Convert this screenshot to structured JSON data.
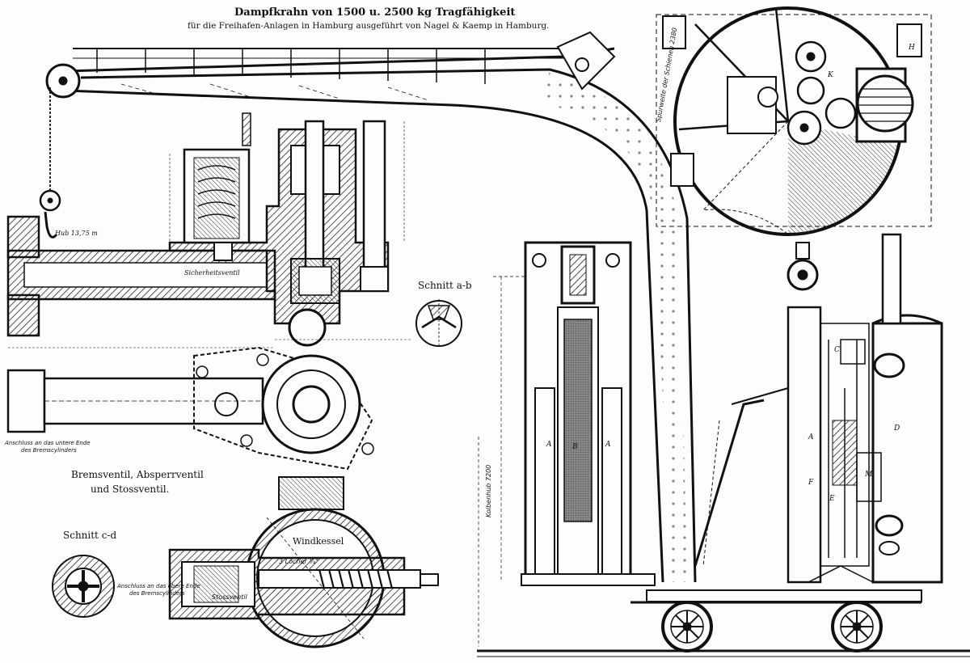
{
  "drawing": {
    "title": "Dampfkrahn von 1500 u. 2500 kg Tragfähigkeit",
    "subtitle": "für die Freihafen-Anlagen in Hamburg ausgeführt von Nagel & Kaemp in Hamburg."
  },
  "labels": {
    "bremsventil_title_line1": "Bremsventil, Absperrventil",
    "bremsventil_title_line2": "und Stossventil.",
    "schnitt_ab": "Schnitt a-b",
    "schnitt_cd": "Schnitt c-d",
    "windkessel": "Windkessel",
    "hub": "Hub 13,75 m",
    "sicherheitsventil": "Sicherheitsventil",
    "anschluss_unten_1": "Anschluss an das untere Ende",
    "anschluss_unten_2": "des Bremscylinders",
    "anschluss_oben_1": "Anschluss an das obere Ende",
    "anschluss_oben_2": "des Bremscylinders",
    "stossventil": "Stossventil",
    "loecher": "3 Löcher ¾\"",
    "kolbenhub": "Kolbenhub 7200",
    "spurweite": "Spurweite der Schienen 2380",
    "letters": {
      "A": "A",
      "B": "B",
      "C": "C",
      "D": "D",
      "E": "E",
      "F": "F",
      "M": "M",
      "K": "K",
      "H": "H"
    }
  }
}
